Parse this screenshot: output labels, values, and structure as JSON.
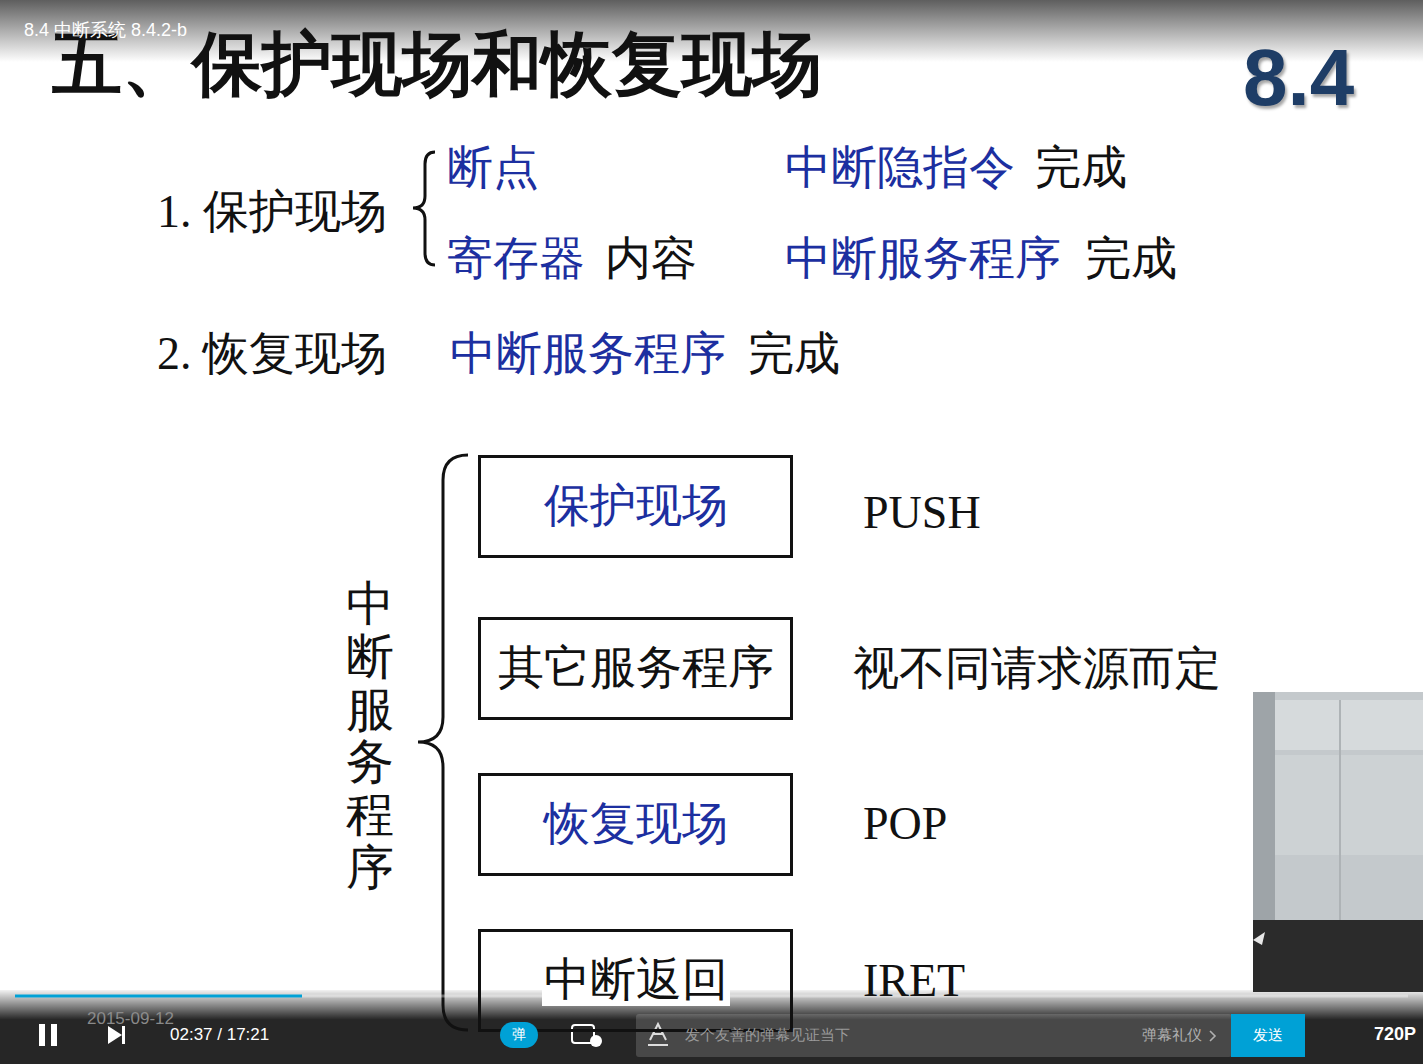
{
  "diagram": {
    "title": "五、保护现场和恢复现场",
    "nodes": [
      {
        "text": [
          "保护现场"
        ]
      },
      {
        "text": [
          "其它服务程序"
        ]
      },
      {
        "text": [
          "恢复现场"
        ]
      },
      {
        "text": [
          "中断返回"
        ]
      },
      {
        "text": [
          "弹"
        ]
      },
      {
        "text": [
          "发个友善的弹幕见证当下",
          "弹幕礼仪"
        ]
      },
      {
        "text": [
          "发送"
        ]
      }
    ],
    "labels": [
      "8.4 中断系统 8.4.2-b",
      "8.4",
      "1. 保护现场",
      "断点",
      "中断隐指令",
      "完成",
      "寄存器",
      "内容",
      "中断服务程序",
      "完成",
      "2. 恢复现场",
      "中断服务程序",
      "完成",
      "中断服务程序",
      "PUSH",
      "视不同请求源而定",
      "POP",
      "IRET",
      "2015-09-12",
      "02:37 / 17:21",
      "720P"
    ]
  }
}
